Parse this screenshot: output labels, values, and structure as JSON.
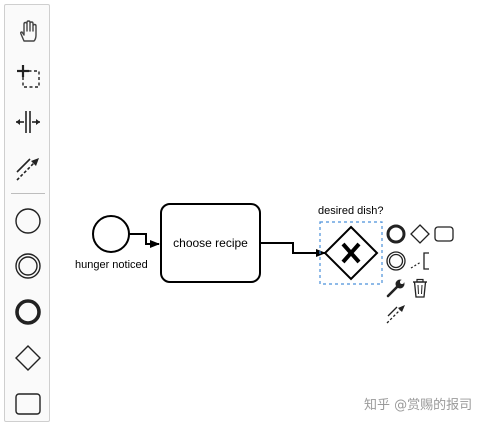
{
  "palette": {
    "tools": [
      {
        "name": "hand-tool",
        "icon": "hand-icon"
      },
      {
        "name": "lasso-tool",
        "icon": "lasso-icon"
      },
      {
        "name": "space-tool",
        "icon": "space-icon"
      },
      {
        "name": "global-connect-tool",
        "icon": "connect-arrow-icon"
      },
      {
        "name": "create-start-event",
        "icon": "start-event-icon"
      },
      {
        "name": "create-intermediate-event",
        "icon": "intermediate-event-icon"
      },
      {
        "name": "create-end-event",
        "icon": "end-event-icon"
      },
      {
        "name": "create-gateway",
        "icon": "gateway-icon"
      },
      {
        "name": "create-task",
        "icon": "task-icon"
      }
    ]
  },
  "diagram": {
    "start_event": {
      "label": "hunger noticed"
    },
    "task": {
      "label": "choose recipe"
    },
    "gateway": {
      "label": "desired dish?",
      "marker": "X"
    }
  },
  "context_pad": {
    "items": [
      {
        "name": "append-end-event",
        "icon": "end-event-icon"
      },
      {
        "name": "append-gateway",
        "icon": "gateway-icon"
      },
      {
        "name": "append-task",
        "icon": "task-icon"
      },
      {
        "name": "append-intermediate-event",
        "icon": "intermediate-event-icon"
      },
      {
        "name": "append-text-annotation",
        "icon": "annotation-icon"
      },
      {
        "name": "change-type",
        "icon": "wrench-icon"
      },
      {
        "name": "delete",
        "icon": "trash-icon"
      },
      {
        "name": "connect",
        "icon": "connect-arrow-icon"
      }
    ]
  },
  "watermark": "知乎 @赏赐的报司",
  "colors": {
    "selection": "#4a90d9",
    "stroke": "#000000"
  }
}
